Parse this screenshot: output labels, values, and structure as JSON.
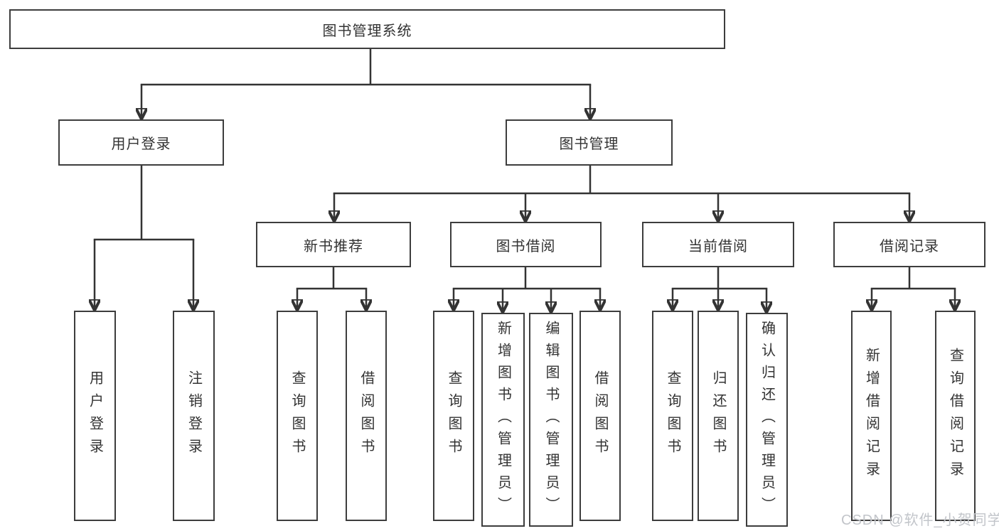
{
  "colors": {
    "background": "#ffffff",
    "line": "#333333",
    "box_border": "#3d3d3d",
    "text": "#333333",
    "watermark": "#c2c5ca"
  },
  "diagram": {
    "root": {
      "label": "图书管理系统"
    },
    "branches": [
      {
        "label": "用户登录",
        "children_labels": [
          "用户登录",
          "注销登录"
        ]
      },
      {
        "label": "图书管理"
      }
    ],
    "modules": [
      {
        "label": "新书推荐",
        "children_labels": [
          "查询图书",
          "借阅图书"
        ]
      },
      {
        "label": "图书借阅",
        "children_labels": [
          "查询图书",
          "新增图书（管理员）",
          "编辑图书（管理员）",
          "借阅图书"
        ]
      },
      {
        "label": "当前借阅",
        "children_labels": [
          "查询图书",
          "归还图书",
          "确认归还（管理员）"
        ]
      },
      {
        "label": "借阅记录",
        "children_labels": [
          "新增借阅记录",
          "查询借阅记录"
        ]
      }
    ]
  },
  "watermark": {
    "text": "CSDN @软件_小贺同学"
  }
}
